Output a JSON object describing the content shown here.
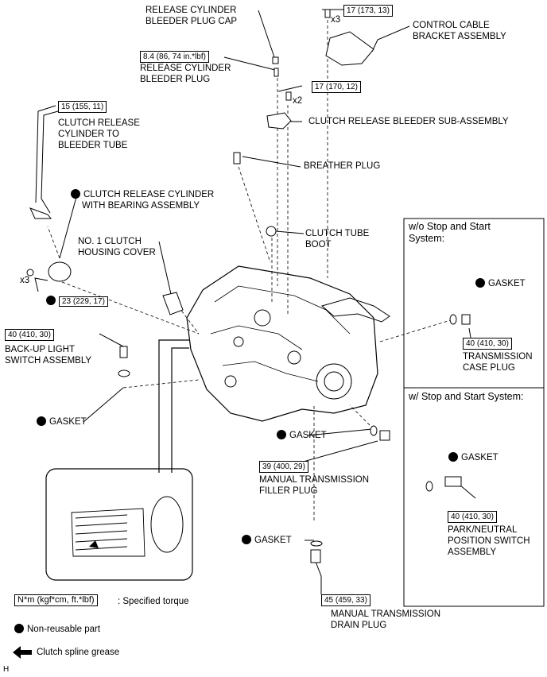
{
  "labels": {
    "bleeder_plug_cap": [
      "RELEASE CYLINDER",
      "BLEEDER PLUG CAP"
    ],
    "bleeder_plug": [
      "RELEASE CYLINDER",
      "BLEEDER PLUG"
    ],
    "control_bracket": [
      "CONTROL CABLE",
      "BRACKET ASSEMBLY"
    ],
    "bleeder_sub": "CLUTCH RELEASE BLEEDER SUB-ASSEMBLY",
    "breather_plug": "BREATHER PLUG",
    "tube_boot": [
      "CLUTCH TUBE",
      "BOOT"
    ],
    "bleeder_tube": [
      "CLUTCH RELEASE",
      "CYLINDER TO",
      "BLEEDER TUBE"
    ],
    "release_cylinder": [
      "CLUTCH RELEASE CYLINDER",
      "WITH BEARING ASSEMBLY"
    ],
    "housing_cover": [
      "NO. 1 CLUTCH",
      "HOUSING COVER"
    ],
    "backup_switch": [
      "BACK-UP LIGHT",
      "SWITCH ASSEMBLY"
    ],
    "gasket": "GASKET",
    "filler_plug": [
      "MANUAL TRANSMISSION",
      "FILLER PLUG"
    ],
    "drain_plug": [
      "MANUAL TRANSMISSION",
      "DRAIN PLUG"
    ],
    "case_plug": [
      "TRANSMISSION",
      "CASE PLUG"
    ],
    "pn_switch": [
      "PARK/NEUTRAL",
      "POSITION SWITCH",
      "ASSEMBLY"
    ],
    "x3_a": "x3",
    "x2": "x2",
    "x3_b": "x3"
  },
  "torques": {
    "bracket": "17 (173, 13)",
    "bleeder_plug": "8.4 (86, 74 in.*lbf)",
    "bleeder_sub": "17 (170, 12)",
    "tube": "15 (155, 11)",
    "cylinder": "23 (229, 17)",
    "backup": "40 (410, 30)",
    "filler": "39 (400, 29)",
    "drain": "45 (459, 33)",
    "case_plug": "40 (410, 30)",
    "pn_switch": "40 (410, 30)"
  },
  "sections": {
    "without_ss": [
      "w/o Stop and Start",
      "System:"
    ],
    "with_ss": "w/ Stop and Start System:"
  },
  "legend": {
    "torque_box": "N*m (kgf*cm, ft.*lbf)",
    "torque_text": ": Specified torque",
    "nonreusable": "Non-reusable part",
    "grease": "Clutch spline grease"
  },
  "corner_mark": "H"
}
